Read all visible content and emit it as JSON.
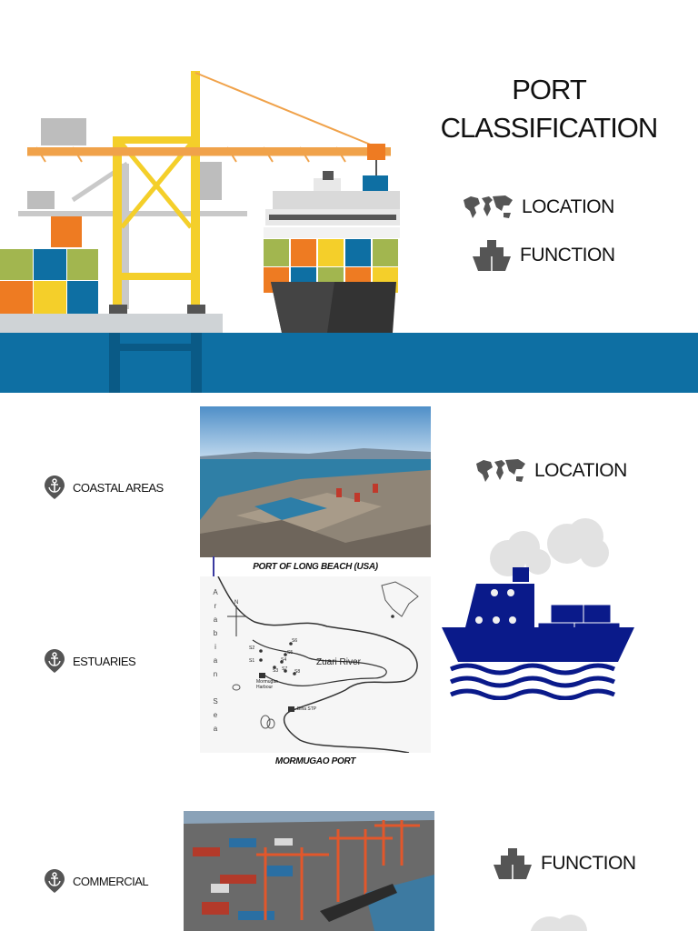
{
  "header": {
    "title_line1": "PORT",
    "title_line2": "CLASSIFICATION",
    "legend": [
      {
        "label": "LOCATION",
        "icon": "world-map-icon"
      },
      {
        "label": "FUNCTION",
        "icon": "ship-icon"
      }
    ]
  },
  "sections": {
    "location_heading": "LOCATION",
    "function_heading": "FUNCTION",
    "items": [
      {
        "label": "COASTAL AREAS",
        "icon": "anchor-icon"
      },
      {
        "label": "ESTUARIES",
        "icon": "anchor-icon"
      },
      {
        "label": "COMMERCIAL",
        "icon": "anchor-icon"
      }
    ],
    "captions": {
      "long_beach": "PORT OF LONG BEACH (USA)",
      "mormugao": "MORMUGAO PORT"
    },
    "map_labels": {
      "river": "Zuari River",
      "sea_letters": [
        "A",
        "r",
        "a",
        "b",
        "i",
        "a",
        "n",
        "S",
        "e",
        "a"
      ],
      "harbour": "Mormugao Harbour",
      "stp": "Bina STP",
      "stations": [
        "S2",
        "S6",
        "S5",
        "S4",
        "S1",
        "S3",
        "S7",
        "S8"
      ]
    }
  },
  "colors": {
    "sea": "#0e6fa3",
    "crane_yellow": "#f4cf2a",
    "orange": "#ee7b22",
    "navy_ship": "#0a1a8a",
    "icon_gray": "#555555"
  }
}
